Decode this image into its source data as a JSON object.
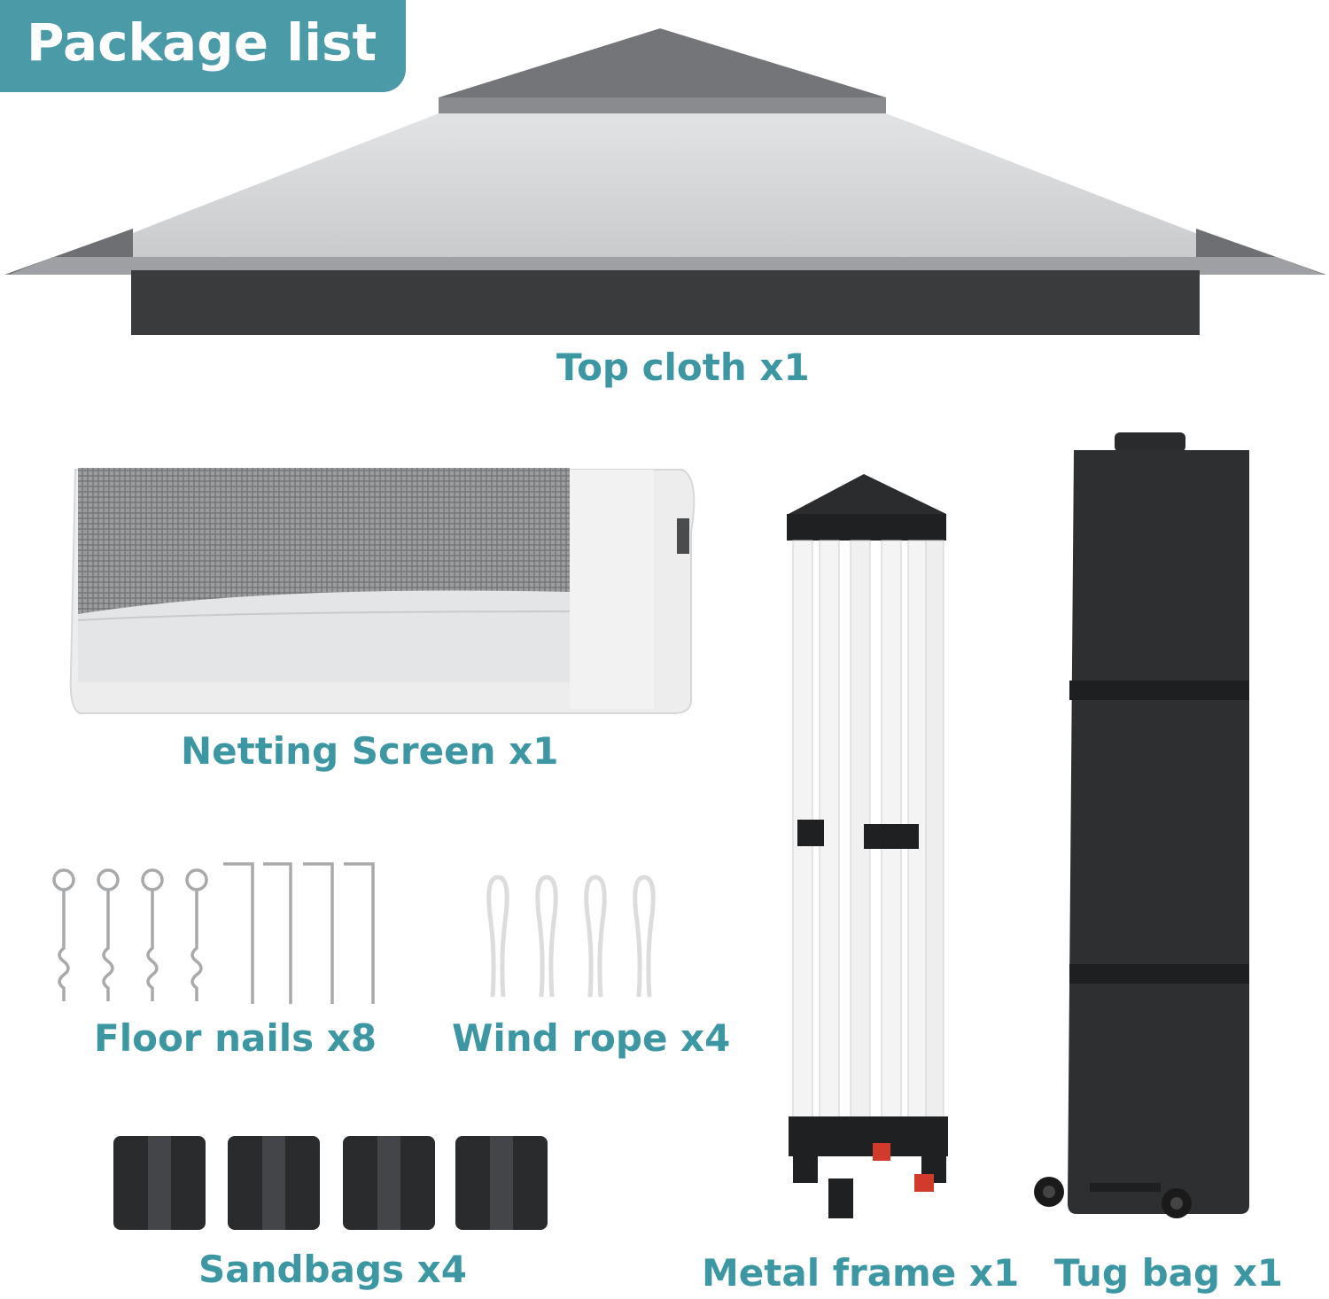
{
  "banner": {
    "title": "Package list"
  },
  "items": {
    "top_cloth": {
      "label": "Top cloth x1",
      "icon": "canopy-top-cloth"
    },
    "netting_screen": {
      "label": "Netting Screen x1",
      "icon": "rolled-netting-screen"
    },
    "floor_nails": {
      "label": "Floor nails x8",
      "icon": "ground-stakes"
    },
    "wind_rope": {
      "label": "Wind rope x4",
      "icon": "rope-loops"
    },
    "sandbags": {
      "label": "Sandbags x4",
      "icon": "weight-bags"
    },
    "metal_frame": {
      "label": "Metal frame x1",
      "icon": "folded-frame"
    },
    "tug_bag": {
      "label": "Tug bag x1",
      "icon": "rolling-carry-bag"
    }
  },
  "colors": {
    "accent": "#4a9aa8",
    "label_text": "#3c97a3",
    "canopy_light": "#d2d3d5",
    "canopy_dark": "#3a3b3d",
    "bag": "#2e2f31"
  }
}
